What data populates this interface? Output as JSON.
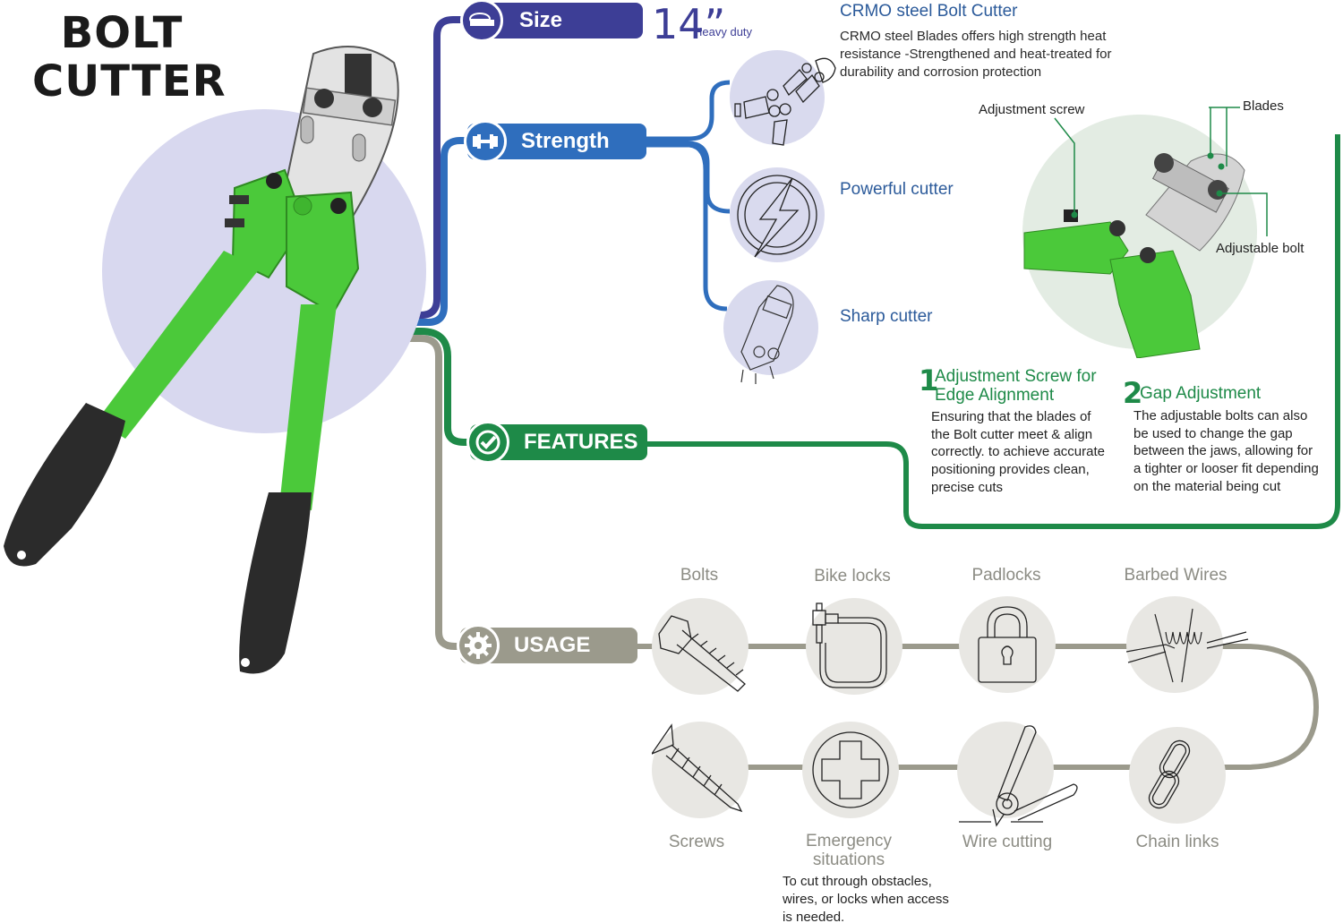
{
  "title": [
    "BOLT",
    "CUTTER"
  ],
  "colors": {
    "size": "#3d3e96",
    "strength": "#2f6ebd",
    "features": "#1e8a48",
    "usage": "#9b9a8c",
    "handle_green": "#4bc93a",
    "grip_dark": "#2b2b2b"
  },
  "size": {
    "label": "Size",
    "icon": "tape-measure-icon",
    "value": "14”",
    "note": "Heavy duty"
  },
  "strength": {
    "label": "Strength",
    "icon": "dumbbell-icon",
    "items": [
      {
        "title": "CRMO steel Bolt Cutter",
        "description": "CRMO steel Blades offers high strength heat resistance -Strengthened and heat-treated for durability and corrosion protection",
        "icon": "bolt-cutter-parts-icon"
      },
      {
        "title": "Powerful cutter",
        "icon": "lightning-icon"
      },
      {
        "title": "Sharp cutter",
        "icon": "cutter-head-icon"
      }
    ]
  },
  "detail_callouts": {
    "adjustment_screw": "Adjustment screw",
    "blades": "Blades",
    "adjustable_bolt": "Adjustable bolt"
  },
  "features": {
    "label": "FEATURES",
    "icon": "check-circle-icon",
    "items": [
      {
        "number": "1",
        "title": "Adjustment Screw for Edge Alignment",
        "description": "Ensuring that the blades of the Bolt cutter meet & align correctly. to achieve accurate positioning provides clean, precise cuts"
      },
      {
        "number": "2",
        "title": "Gap Adjustment",
        "description": "The adjustable bolts can also be used to change the gap between the jaws, allowing for a tighter or looser fit depending on the material being cut"
      }
    ]
  },
  "usage": {
    "label": "USAGE",
    "icon": "gear-icon",
    "items": [
      {
        "label": "Bolts",
        "icon": "bolt-icon"
      },
      {
        "label": "Bike locks",
        "icon": "bike-lock-icon"
      },
      {
        "label": "Padlocks",
        "icon": "padlock-icon"
      },
      {
        "label": "Barbed Wires",
        "icon": "barbed-wire-icon"
      },
      {
        "label": "Screws",
        "icon": "screw-icon"
      },
      {
        "label": "Emergency situations",
        "icon": "first-aid-cross-icon"
      },
      {
        "label": "Wire cutting",
        "icon": "wire-cutter-icon"
      },
      {
        "label": "Chain links",
        "icon": "chain-link-icon"
      }
    ],
    "emergency_note": "To cut through obstacles, wires, or locks when access is needed."
  }
}
